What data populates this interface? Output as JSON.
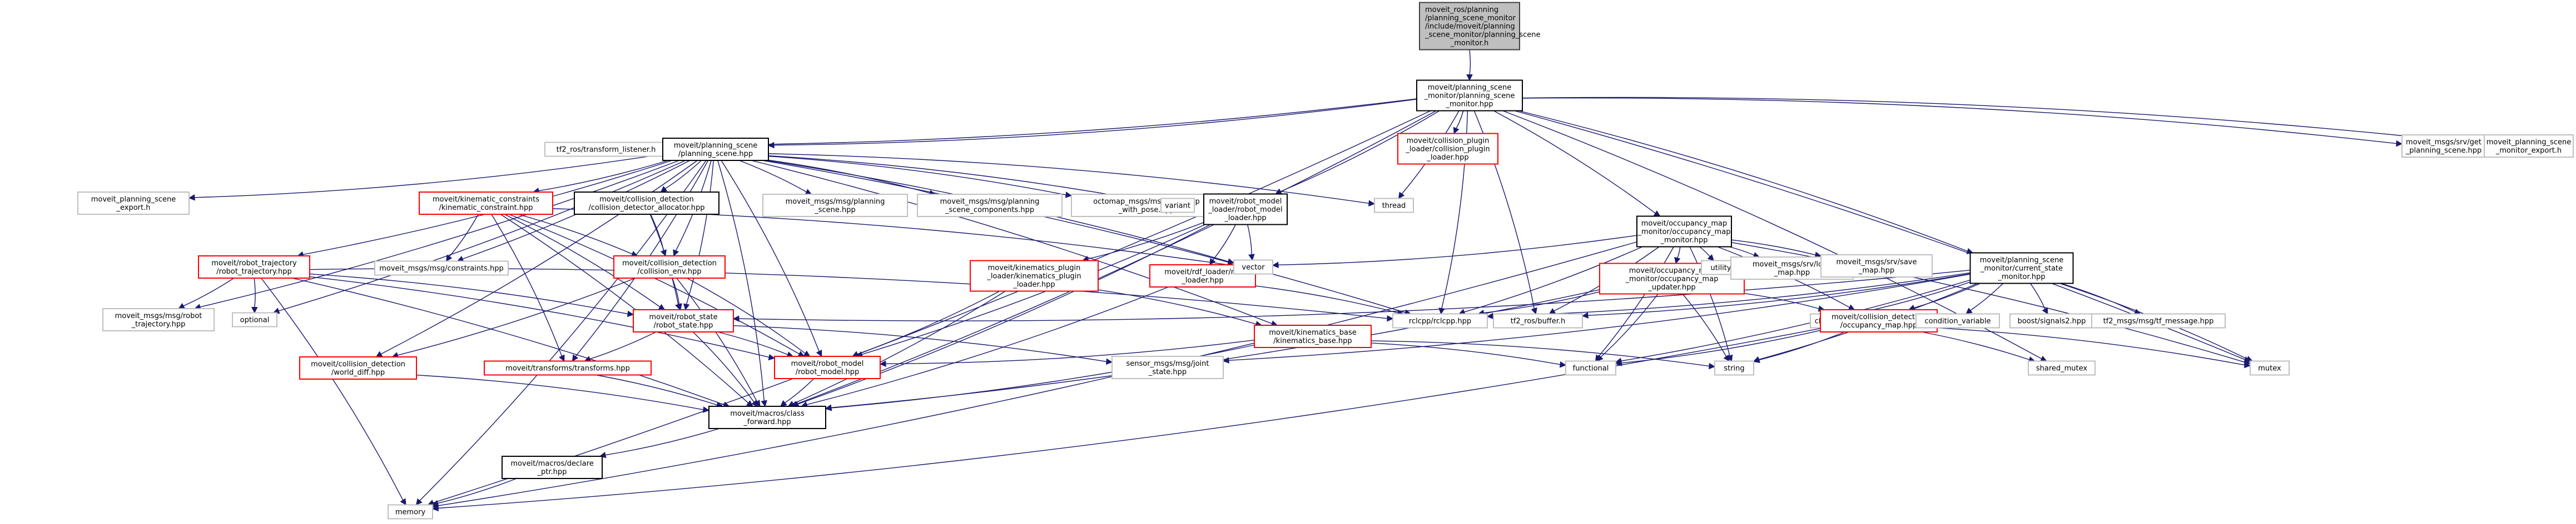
{
  "title": "Include dependency graph for planning_scene_monitor.h",
  "colors": {
    "edge": "#191970",
    "root_fill": "#bfbfbf",
    "root_border": "#404040",
    "documented_border": "#000000",
    "truncated_border": "#ff0000",
    "external_border": "#bfbfbf",
    "node_fill": "#ffffff"
  },
  "nodes": [
    {
      "id": "root",
      "kind": "root",
      "lines": [
        "moveit_ros/planning",
        "/planning_scene_monitor",
        "/include/moveit/planning",
        "_scene_monitor/planning_scene",
        "_monitor.h"
      ]
    },
    {
      "id": "psm",
      "kind": "documented",
      "lines": [
        "moveit/planning_scene",
        "_monitor/planning_scene",
        "_monitor.hpp"
      ]
    },
    {
      "id": "tf2_listener",
      "kind": "external",
      "lines": [
        "tf2_ros/transform_listener.h"
      ]
    },
    {
      "id": "ps",
      "kind": "documented",
      "lines": [
        "moveit/planning_scene",
        "/planning_scene.hpp"
      ]
    },
    {
      "id": "cpl",
      "kind": "truncated",
      "lines": [
        "moveit/collision_plugin",
        "_loader/collision_plugin",
        "_loader.hpp"
      ]
    },
    {
      "id": "get_ps",
      "kind": "external",
      "lines": [
        "moveit_msgs/srv/get",
        "_planning_scene.hpp"
      ]
    },
    {
      "id": "psm_export",
      "kind": "external",
      "lines": [
        "moveit_planning_scene",
        "_monitor_export.h"
      ]
    },
    {
      "id": "ps_export",
      "kind": "external",
      "lines": [
        "moveit_planning_scene",
        "_export.h"
      ]
    },
    {
      "id": "kc",
      "kind": "truncated",
      "lines": [
        "moveit/kinematic_constraints",
        "/kinematic_constraint.hpp"
      ]
    },
    {
      "id": "cda",
      "kind": "documented",
      "lines": [
        "moveit/collision_detection",
        "/collision_detector_allocator.hpp"
      ]
    },
    {
      "id": "msg_ps",
      "kind": "external",
      "lines": [
        "moveit_msgs/msg/planning",
        "_scene.hpp"
      ]
    },
    {
      "id": "msg_psc",
      "kind": "external",
      "lines": [
        "moveit_msgs/msg/planning",
        "_scene_components.hpp"
      ]
    },
    {
      "id": "octomap",
      "kind": "external",
      "lines": [
        "octomap_msgs/msg/octomap",
        "_with_pose.hpp"
      ]
    },
    {
      "id": "variant",
      "kind": "external",
      "lines": [
        "variant"
      ]
    },
    {
      "id": "rml",
      "kind": "documented",
      "lines": [
        "moveit/robot_model",
        "_loader/robot_model",
        "_loader.hpp"
      ]
    },
    {
      "id": "thread",
      "kind": "external",
      "lines": [
        "thread"
      ]
    },
    {
      "id": "omm",
      "kind": "documented",
      "lines": [
        "moveit/occupancy_map",
        "_monitor/occupancy_map",
        "_monitor.hpp"
      ]
    },
    {
      "id": "csm",
      "kind": "documented",
      "lines": [
        "moveit/planning_scene",
        "_monitor/current_state",
        "_monitor.hpp"
      ]
    },
    {
      "id": "rt",
      "kind": "truncated",
      "lines": [
        "moveit/robot_trajectory",
        "/robot_trajectory.hpp"
      ]
    },
    {
      "id": "constraints",
      "kind": "external",
      "lines": [
        "moveit_msgs/msg/constraints.hpp"
      ]
    },
    {
      "id": "cenv",
      "kind": "truncated",
      "lines": [
        "moveit/collision_detection",
        "/collision_env.hpp"
      ]
    },
    {
      "id": "kpl",
      "kind": "truncated",
      "lines": [
        "moveit/kinematics_plugin",
        "_loader/kinematics_plugin",
        "_loader.hpp"
      ]
    },
    {
      "id": "rdf",
      "kind": "truncated",
      "lines": [
        "moveit/rdf_loader/rdf",
        "_loader.hpp"
      ]
    },
    {
      "id": "vector",
      "kind": "external",
      "lines": [
        "vector"
      ]
    },
    {
      "id": "omu",
      "kind": "truncated",
      "lines": [
        "moveit/occupancy_map",
        "_monitor/occupancy_map",
        "_updater.hpp"
      ]
    },
    {
      "id": "utility",
      "kind": "external",
      "lines": [
        "utility"
      ]
    },
    {
      "id": "load_map",
      "kind": "external",
      "lines": [
        "moveit_msgs/srv/load",
        "_map.hpp"
      ]
    },
    {
      "id": "save_map",
      "kind": "external",
      "lines": [
        "moveit_msgs/srv/save",
        "_map.hpp"
      ]
    },
    {
      "id": "msg_rt",
      "kind": "external",
      "lines": [
        "moveit_msgs/msg/robot",
        "_trajectory.hpp"
      ]
    },
    {
      "id": "optional",
      "kind": "external",
      "lines": [
        "optional"
      ]
    },
    {
      "id": "rs",
      "kind": "truncated",
      "lines": [
        "moveit/robot_state",
        "/robot_state.hpp"
      ]
    },
    {
      "id": "kb",
      "kind": "truncated",
      "lines": [
        "moveit/kinematics_base",
        "/kinematics_base.hpp"
      ]
    },
    {
      "id": "rclcpp",
      "kind": "external",
      "lines": [
        "rclcpp/rclcpp.hpp"
      ]
    },
    {
      "id": "tf2_buffer",
      "kind": "external",
      "lines": [
        "tf2_ros/buffer.h"
      ]
    },
    {
      "id": "chrono",
      "kind": "external",
      "lines": [
        "chrono"
      ]
    },
    {
      "id": "com",
      "kind": "truncated",
      "lines": [
        "moveit/collision_detection",
        "/occupancy_map.hpp"
      ]
    },
    {
      "id": "condvar",
      "kind": "external",
      "lines": [
        "condition_variable"
      ]
    },
    {
      "id": "signals2",
      "kind": "external",
      "lines": [
        "boost/signals2.hpp"
      ]
    },
    {
      "id": "tfmsg",
      "kind": "external",
      "lines": [
        "tf2_msgs/msg/tf_message.hpp"
      ]
    },
    {
      "id": "wd",
      "kind": "truncated",
      "lines": [
        "moveit/collision_detection",
        "/world_diff.hpp"
      ]
    },
    {
      "id": "transforms",
      "kind": "truncated",
      "lines": [
        "moveit/transforms/transforms.hpp"
      ]
    },
    {
      "id": "rm",
      "kind": "truncated",
      "lines": [
        "moveit/robot_model",
        "/robot_model.hpp"
      ]
    },
    {
      "id": "joint",
      "kind": "external",
      "lines": [
        "sensor_msgs/msg/joint",
        "_state.hpp"
      ]
    },
    {
      "id": "functional",
      "kind": "external",
      "lines": [
        "functional"
      ]
    },
    {
      "id": "string",
      "kind": "external",
      "lines": [
        "string"
      ]
    },
    {
      "id": "shared_mutex",
      "kind": "external",
      "lines": [
        "shared_mutex"
      ]
    },
    {
      "id": "mutex",
      "kind": "external",
      "lines": [
        "mutex"
      ]
    },
    {
      "id": "cf",
      "kind": "documented",
      "lines": [
        "moveit/macros/class",
        "_forward.hpp"
      ]
    },
    {
      "id": "dp",
      "kind": "documented",
      "lines": [
        "moveit/macros/declare",
        "_ptr.hpp"
      ]
    },
    {
      "id": "memory",
      "kind": "external",
      "lines": [
        "memory"
      ]
    }
  ],
  "edges": [
    [
      "root",
      "psm"
    ],
    [
      "psm",
      "ps"
    ],
    [
      "psm",
      "tf2_listener"
    ],
    [
      "psm",
      "cpl"
    ],
    [
      "psm",
      "get_ps"
    ],
    [
      "psm",
      "psm_export"
    ],
    [
      "psm",
      "rml"
    ],
    [
      "psm",
      "thread"
    ],
    [
      "psm",
      "omm"
    ],
    [
      "psm",
      "csm"
    ],
    [
      "psm",
      "rclcpp"
    ],
    [
      "psm",
      "tf2_buffer"
    ],
    [
      "psm",
      "memory"
    ],
    [
      "psm",
      "shared_mutex"
    ],
    [
      "psm",
      "mutex"
    ],
    [
      "psm",
      "cf"
    ],
    [
      "ps",
      "ps_export"
    ],
    [
      "ps",
      "kc"
    ],
    [
      "ps",
      "cda"
    ],
    [
      "ps",
      "msg_ps"
    ],
    [
      "ps",
      "msg_psc"
    ],
    [
      "ps",
      "octomap"
    ],
    [
      "ps",
      "variant"
    ],
    [
      "ps",
      "thread"
    ],
    [
      "ps",
      "rt"
    ],
    [
      "ps",
      "cenv"
    ],
    [
      "ps",
      "rs"
    ],
    [
      "ps",
      "rm"
    ],
    [
      "ps",
      "wd"
    ],
    [
      "ps",
      "transforms"
    ],
    [
      "ps",
      "cf"
    ],
    [
      "ps",
      "memory"
    ],
    [
      "ps",
      "msg_rt"
    ],
    [
      "ps",
      "optional"
    ],
    [
      "ps",
      "constraints"
    ],
    [
      "ps",
      "kb"
    ],
    [
      "ps",
      "rclcpp"
    ],
    [
      "ps",
      "vector"
    ],
    [
      "kc",
      "constraints"
    ],
    [
      "kc",
      "cenv"
    ],
    [
      "kc",
      "rs"
    ],
    [
      "kc",
      "rm"
    ],
    [
      "kc",
      "transforms"
    ],
    [
      "kc",
      "cf"
    ],
    [
      "kc",
      "vector"
    ],
    [
      "cda",
      "cenv"
    ],
    [
      "cda",
      "rs"
    ],
    [
      "rt",
      "msg_rt"
    ],
    [
      "rt",
      "optional"
    ],
    [
      "rt",
      "rs"
    ],
    [
      "rt",
      "rm"
    ],
    [
      "rt",
      "cf"
    ],
    [
      "rt",
      "memory"
    ],
    [
      "rt",
      "rclcpp"
    ],
    [
      "cenv",
      "rs"
    ],
    [
      "cenv",
      "rm"
    ],
    [
      "cenv",
      "cf"
    ],
    [
      "cenv",
      "wd"
    ],
    [
      "rs",
      "transforms"
    ],
    [
      "rs",
      "rm"
    ],
    [
      "rs",
      "joint"
    ],
    [
      "rs",
      "cf"
    ],
    [
      "transforms",
      "cf"
    ],
    [
      "rm",
      "cf"
    ],
    [
      "wd",
      "cf"
    ],
    [
      "rml",
      "kpl"
    ],
    [
      "rml",
      "rdf"
    ],
    [
      "rml",
      "rm"
    ],
    [
      "rml",
      "cf"
    ],
    [
      "rml",
      "vector"
    ],
    [
      "kpl",
      "rm"
    ],
    [
      "kpl",
      "kb"
    ],
    [
      "kpl",
      "cf"
    ],
    [
      "rdf",
      "rclcpp"
    ],
    [
      "rdf",
      "cf"
    ],
    [
      "kb",
      "rm"
    ],
    [
      "kb",
      "cf"
    ],
    [
      "kb",
      "functional"
    ],
    [
      "kb",
      "string"
    ],
    [
      "omm",
      "omu"
    ],
    [
      "omm",
      "utility"
    ],
    [
      "omm",
      "load_map"
    ],
    [
      "omm",
      "save_map"
    ],
    [
      "omm",
      "rclcpp"
    ],
    [
      "omm",
      "tf2_buffer"
    ],
    [
      "omm",
      "vector"
    ],
    [
      "omm",
      "functional"
    ],
    [
      "omm",
      "string"
    ],
    [
      "omm",
      "mutex"
    ],
    [
      "omm",
      "memory"
    ],
    [
      "omm",
      "com"
    ],
    [
      "omu",
      "rclcpp"
    ],
    [
      "omu",
      "functional"
    ],
    [
      "omu",
      "string"
    ],
    [
      "omu",
      "cf"
    ],
    [
      "omu",
      "com"
    ],
    [
      "csm",
      "rclcpp"
    ],
    [
      "csm",
      "rs"
    ],
    [
      "csm",
      "chrono"
    ],
    [
      "csm",
      "com"
    ],
    [
      "csm",
      "condvar"
    ],
    [
      "csm",
      "signals2"
    ],
    [
      "csm",
      "tfmsg"
    ],
    [
      "csm",
      "tf2_buffer"
    ],
    [
      "csm",
      "functional"
    ],
    [
      "csm",
      "string"
    ],
    [
      "csm",
      "mutex"
    ],
    [
      "csm",
      "joint"
    ],
    [
      "com",
      "functional"
    ],
    [
      "com",
      "string"
    ],
    [
      "com",
      "shared_mutex"
    ],
    [
      "com",
      "mutex"
    ],
    [
      "com",
      "memory"
    ],
    [
      "cf",
      "dp"
    ],
    [
      "dp",
      "memory"
    ]
  ]
}
